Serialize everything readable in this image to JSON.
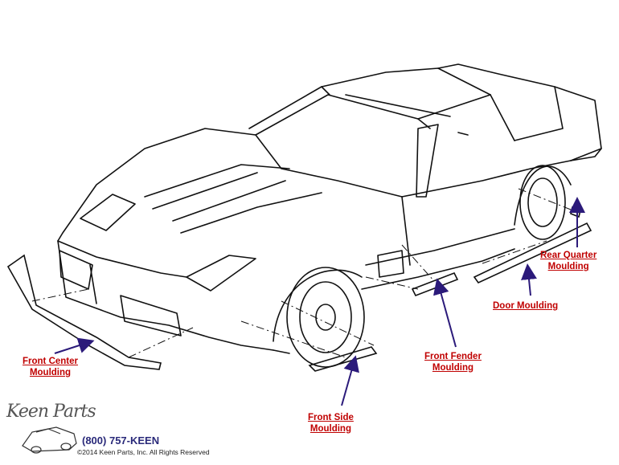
{
  "callouts": {
    "front_center": {
      "line1": "Front Center",
      "line2": "Moulding"
    },
    "front_side": {
      "line1": "Front Side",
      "line2": "Moulding"
    },
    "front_fender": {
      "line1": "Front Fender",
      "line2": "Moulding"
    },
    "door": {
      "line1": "Door Moulding"
    },
    "rear_quarter": {
      "line1": "Rear Quarter",
      "line2": "Moulding"
    }
  },
  "branding": {
    "logo": "Keen Parts",
    "phone": "(800) 757-KEEN",
    "copyright": "©2014 Keen Parts, Inc. All Rights Reserved"
  },
  "colors": {
    "label": "#c00000",
    "arrow": "#2b1a7a",
    "phone": "#2a2a7a"
  }
}
